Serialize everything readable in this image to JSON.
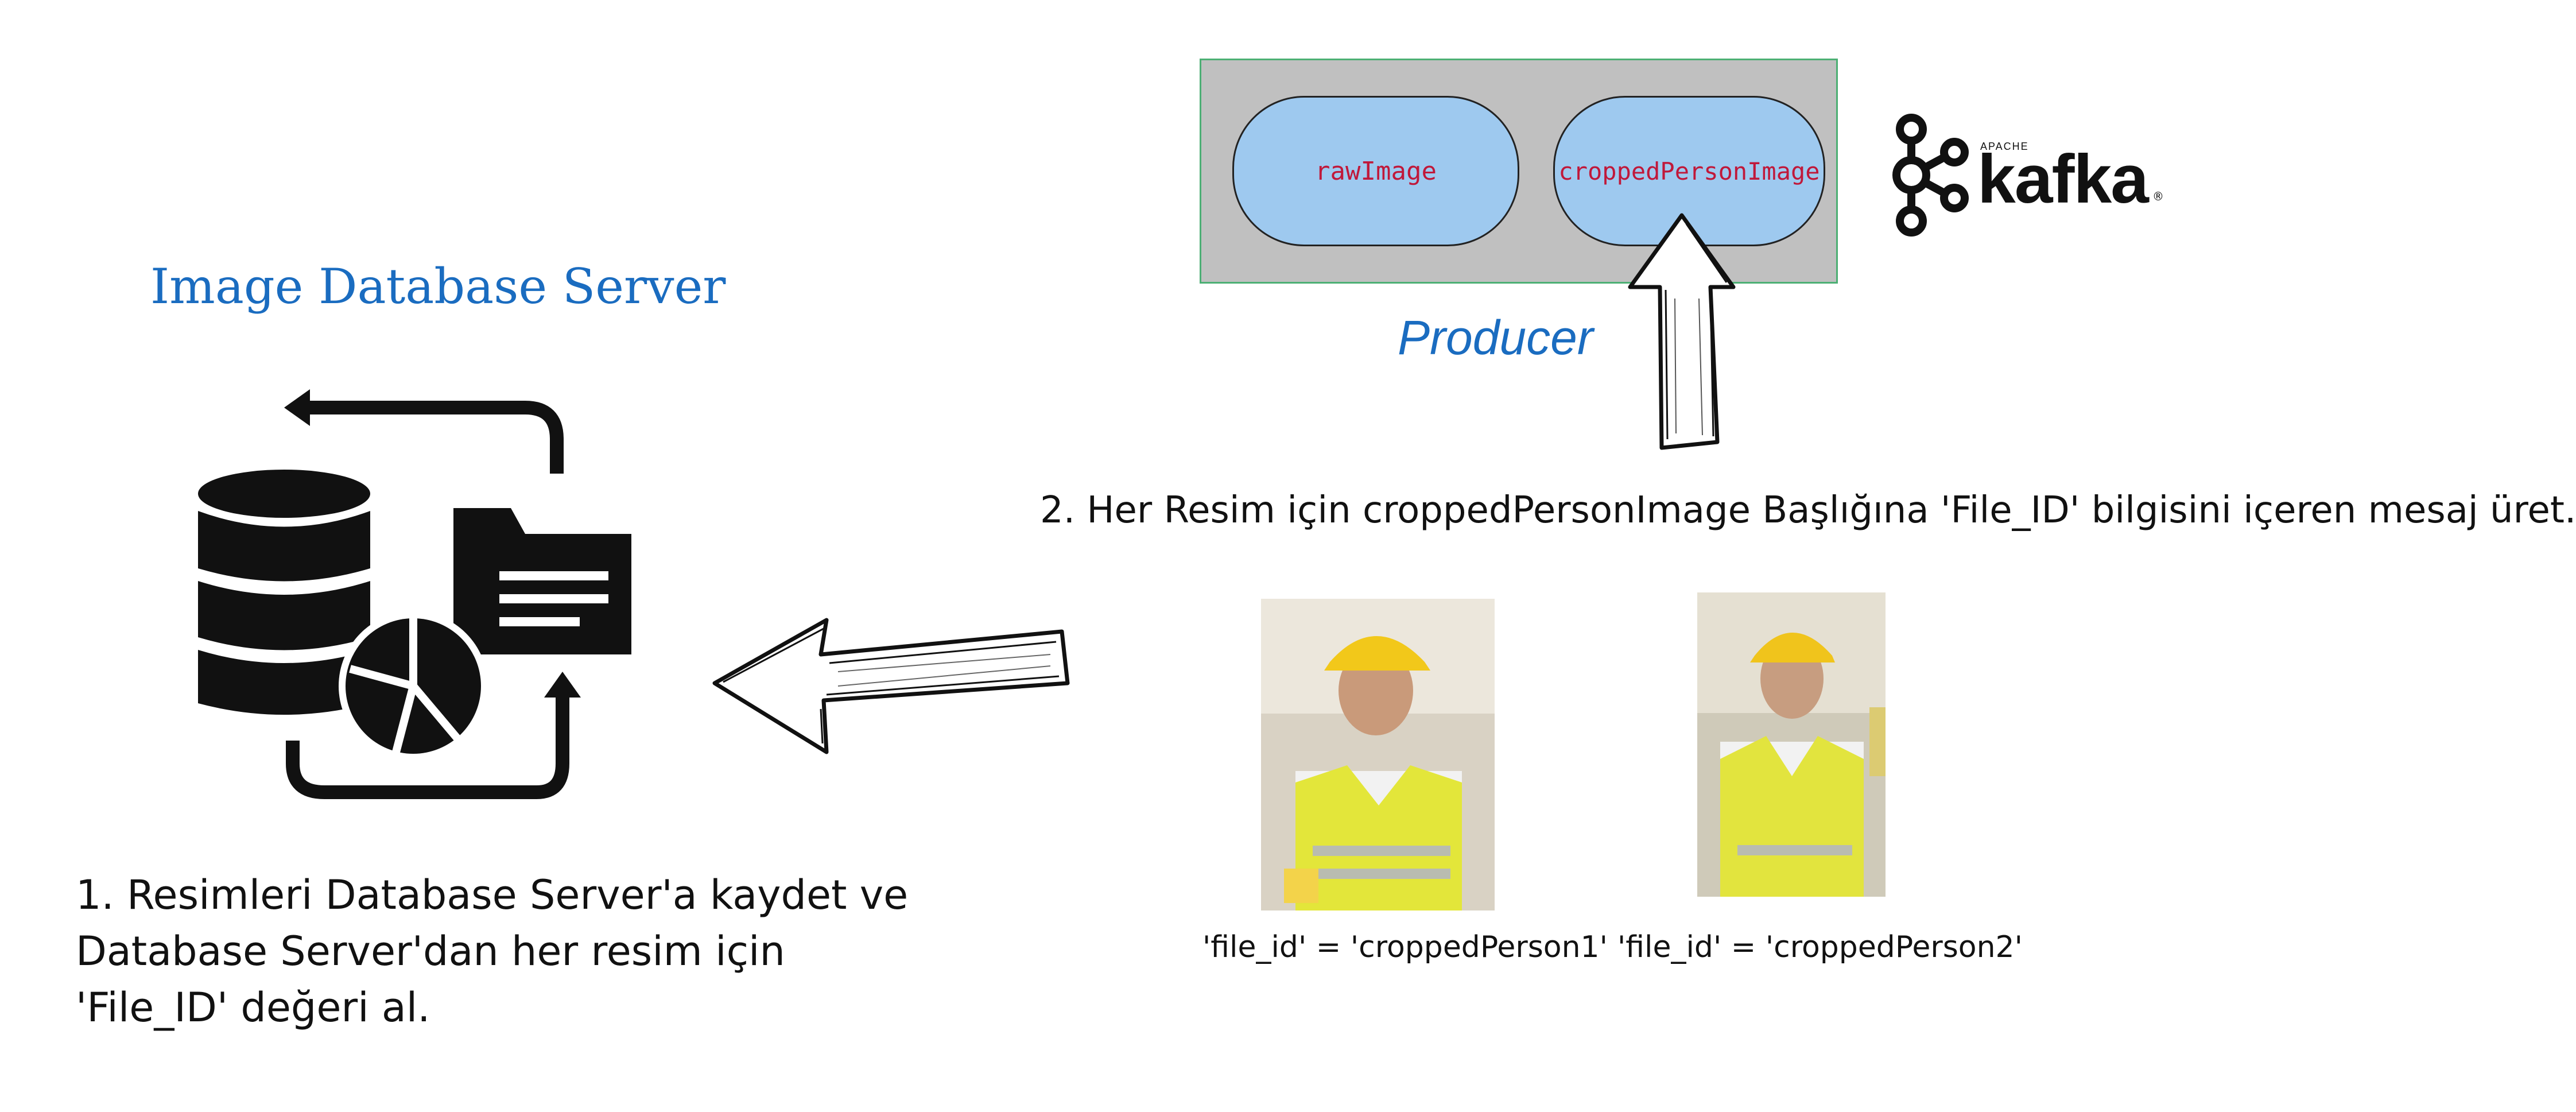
{
  "kafka": {
    "topics": [
      "rawImage",
      "croppedPersonImage"
    ],
    "producer_label": "Producer",
    "logo_apache": "APACHE",
    "logo_word": "kafka",
    "logo_reg": "®"
  },
  "db": {
    "title": "Image Database Server"
  },
  "steps": {
    "step2": "2. Her Resim için croppedPersonImage Başlığına 'File_ID' bilgisini içeren mesaj üret.",
    "step1_lines": [
      "1. Resimleri Database Server'a kaydet ve",
      "Database Server'dan her resim için",
      "'File_ID' değeri al."
    ]
  },
  "images": {
    "caption1": "'file_id' = 'croppedPerson1'",
    "caption2": "'file_id' = 'croppedPerson2'"
  },
  "colors": {
    "title_blue": "#1a6cc0",
    "topic_fill": "#9ec9ef",
    "topic_text": "#c0183a",
    "kafka_bg": "#c0c0c0",
    "kafka_border": "#4caf74"
  }
}
